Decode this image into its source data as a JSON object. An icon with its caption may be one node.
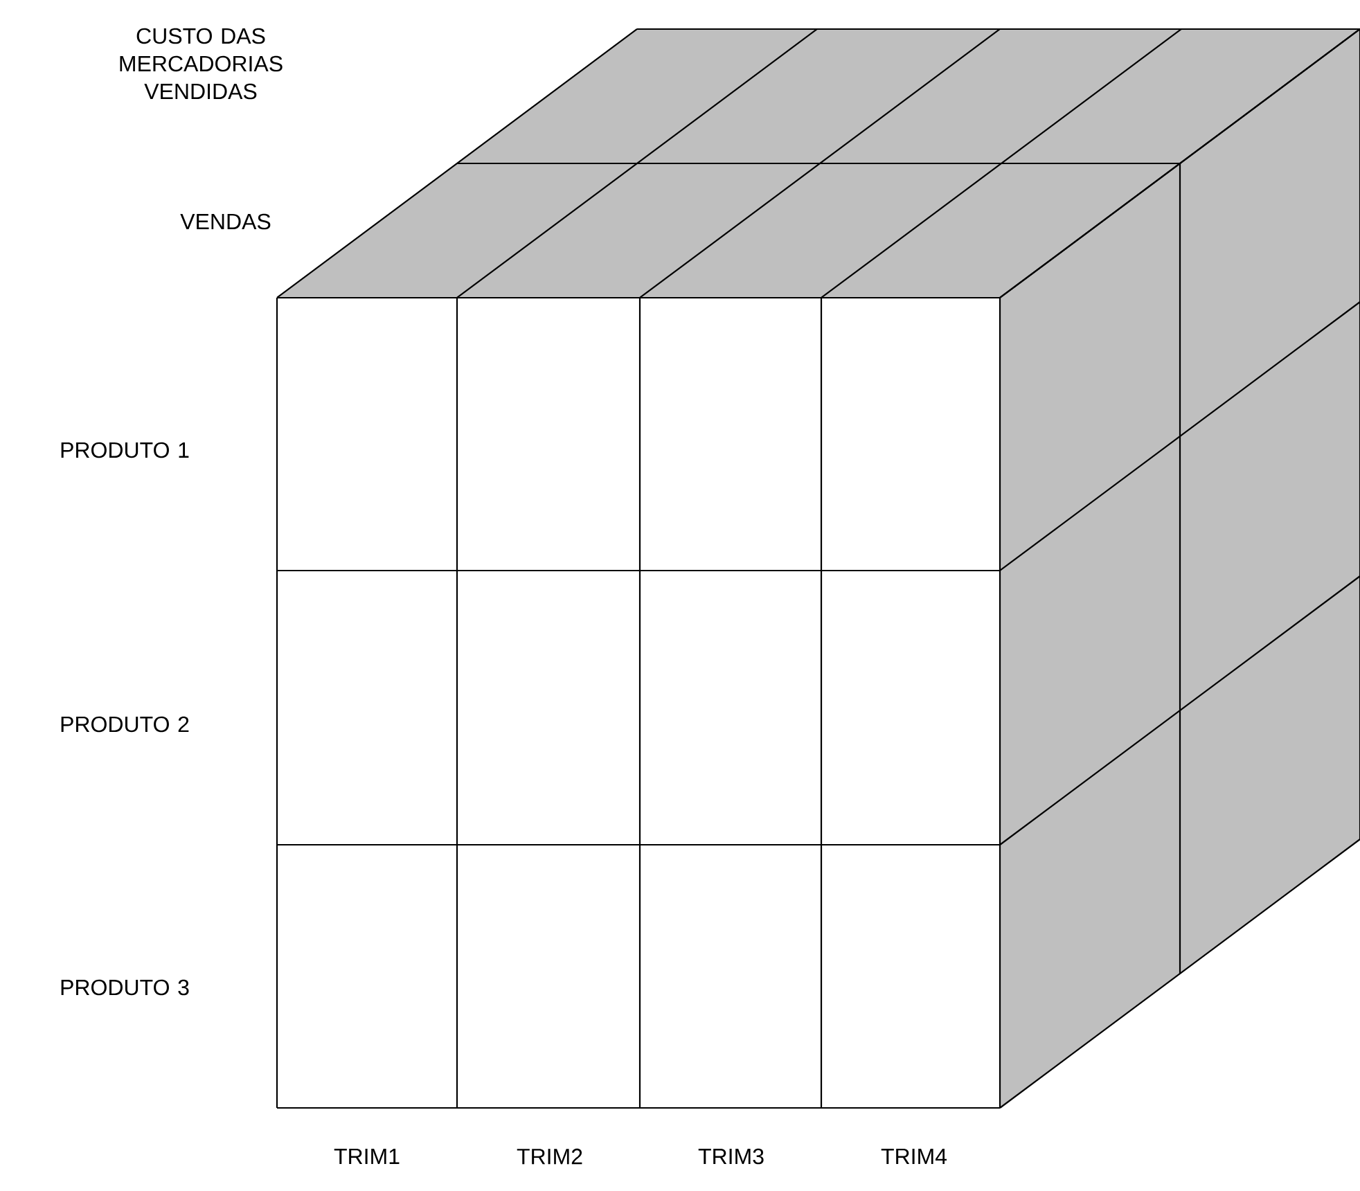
{
  "diagram": {
    "labels": [
      "CUSTO DAS MERCADORIAS VENDIDAS",
      "VENDAS",
      "PRODUTO 1",
      "PRODUTO 2",
      "PRODUTO 3",
      "TRIM1",
      "TRIM2",
      "TRIM3",
      "TRIM4"
    ]
  }
}
